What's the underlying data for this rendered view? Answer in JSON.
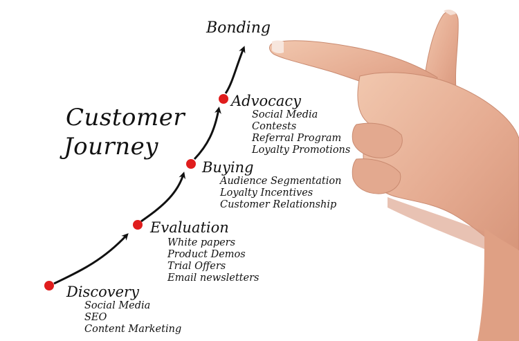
{
  "title_line1": "Customer",
  "title_line2": "Journey",
  "stages": [
    {
      "name": "Discovery",
      "items": [
        "Social Media",
        "SEO",
        "Content Marketing"
      ]
    },
    {
      "name": "Evaluation",
      "items": [
        "White papers",
        "Product Demos",
        "Trial Offers",
        "Email newsletters"
      ]
    },
    {
      "name": "Buying",
      "items": [
        "Audience Segmentation",
        "Loyalty Incentives",
        "Customer Relationship"
      ]
    },
    {
      "name": "Advocacy",
      "items": [
        "Social Media",
        "Contests",
        "Referral Program",
        "Loyalty Promotions"
      ]
    }
  ],
  "top_label": "Bonding",
  "colors": {
    "dot": "#e01d1d",
    "text": "#111111",
    "skin": "#e9b79f"
  }
}
